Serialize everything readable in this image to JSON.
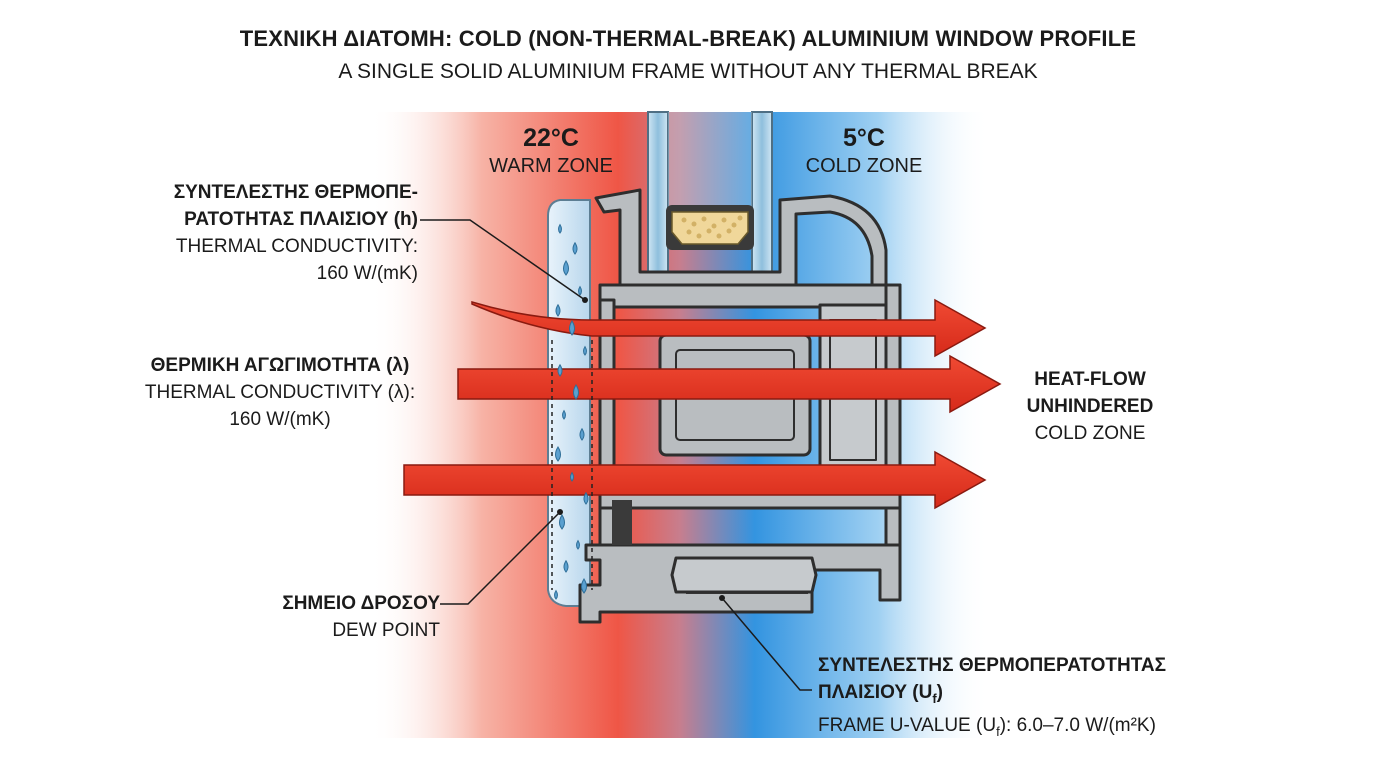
{
  "header": {
    "title": "ΤΕΧΝΙΚΗ ΔΙΑΤΟΜΗ: COLD (NON-THERMAL-BREAK) ALUMINIUM WINDOW PROFILE",
    "subtitle": "A SINGLE SOLID ALUMINIUM FRAME WITHOUT ANY THERMAL BREAK"
  },
  "zones": {
    "warm": {
      "temperature": "22°C",
      "name": "WARM ZONE",
      "color": "#ef4a3b"
    },
    "cold": {
      "temperature": "5°C",
      "name": "COLD ZONE",
      "color": "#2f93e0"
    }
  },
  "labels": {
    "frame_conductivity": {
      "greek_line1": "ΣΥΝΤΕΛΕΣΤΗΣ ΘΕΡΜΟΠΕ-",
      "greek_line2": "ΡΑΤΟΤΗΤΑΣ ΠΛΑΙΣΙΟΥ (h)",
      "english": "THERMAL CONDUCTIVITY:",
      "value": "160 W/(mK)"
    },
    "thermal_conductivity": {
      "greek": "ΘΕΡΜΙΚΗ ΑΓΩΓΙΜΟΤΗΤΑ (λ)",
      "english": "THERMAL CONDUCTIVITY (λ):",
      "value": "160 W/(mK)"
    },
    "dew_point": {
      "greek": "ΣΗΜΕΙΟ ΔΡΟΣΟΥ",
      "english": "DEW POINT"
    },
    "heat_flow": {
      "line1": "HEAT-FLOW",
      "line2": "UNHINDERED",
      "line3": "COLD ZONE"
    },
    "frame_u_value": {
      "greek_line1": "ΣΥΝΤΕΛΕΣΤΗΣ ΘΕΡΜΟΠΕΡΑΤΟΤΗΤΑΣ",
      "greek_line2_prefix": "ΠΛΑΙΣΙΟΥ (U",
      "greek_line2_sub": "f",
      "greek_line2_suffix": ")",
      "english_prefix": "FRAME U-VALUE (U",
      "english_sub": "f",
      "english_suffix": "): 6.0–7.0 W/(m²K)"
    }
  },
  "icons": {
    "arrows": "heat-flow-arrow-icon",
    "droplets": "condensation-droplet-icon"
  },
  "colors": {
    "arrow": "#ea3a26",
    "aluminium": "#b9bdc0",
    "aluminium_dark": "#3a3a3a",
    "glass": "#a9cfe6",
    "spacer_fill": "#f0d79a"
  }
}
